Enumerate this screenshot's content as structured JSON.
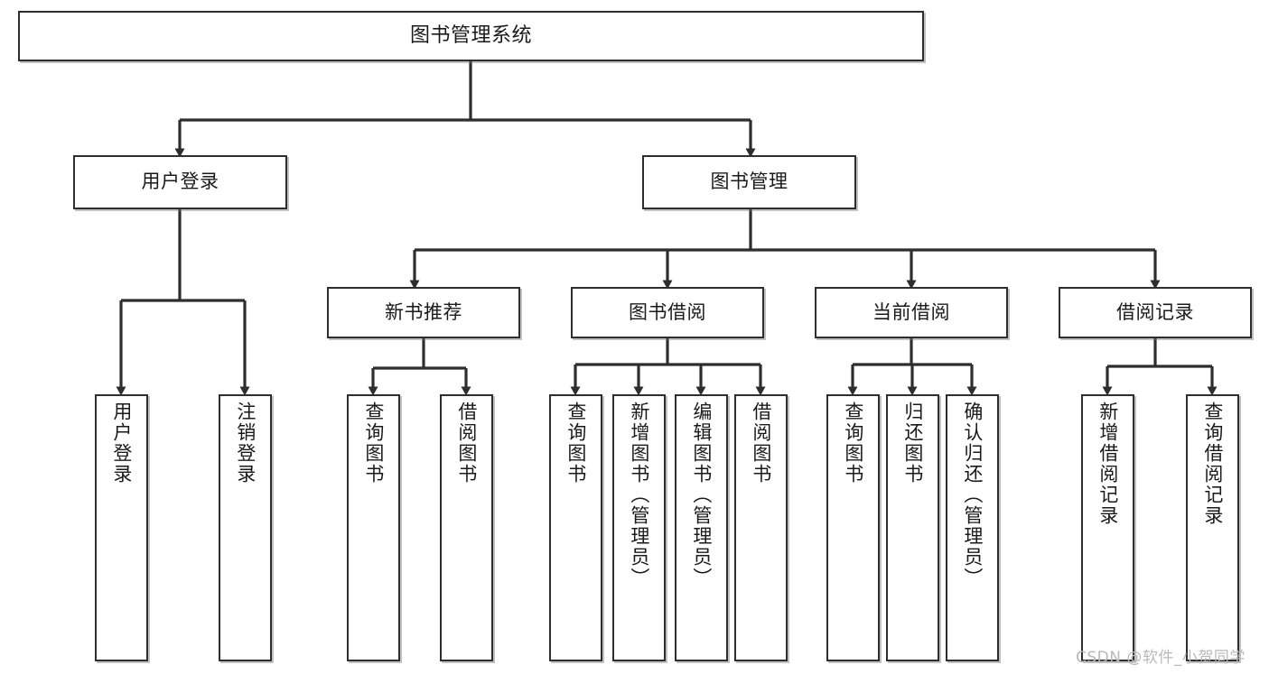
{
  "diagram": {
    "title": "图书管理系统",
    "type": "tree-hierarchy",
    "background_color": "#ffffff",
    "line_color": "#2e2e2e",
    "box_fill": "#ffffff"
  },
  "nodes": {
    "root": {
      "label": "图书管理系统"
    },
    "level1": [
      {
        "label": "用户登录"
      },
      {
        "label": "图书管理"
      }
    ],
    "level2": [
      {
        "label": "新书推荐"
      },
      {
        "label": "图书借阅"
      },
      {
        "label": "当前借阅"
      },
      {
        "label": "借阅记录"
      }
    ],
    "leaves_user_login": [
      {
        "label": "用户登录"
      },
      {
        "label": "注销登录"
      }
    ],
    "leaves_new_books": [
      {
        "label": "查询图书"
      },
      {
        "label": "借阅图书"
      }
    ],
    "leaves_borrow": [
      {
        "label": "查询图书"
      },
      {
        "label": "新增图书（管理员）"
      },
      {
        "label": "编辑图书（管理员）"
      },
      {
        "label": "借阅图书"
      }
    ],
    "leaves_current": [
      {
        "label": "查询图书"
      },
      {
        "label": "归还图书"
      },
      {
        "label": "确认归还（管理员）"
      }
    ],
    "leaves_records": [
      {
        "label": "新增借阅记录"
      },
      {
        "label": "查询借阅记录"
      }
    ]
  },
  "watermark": {
    "text": "CSDN @软件_小贺同学"
  }
}
